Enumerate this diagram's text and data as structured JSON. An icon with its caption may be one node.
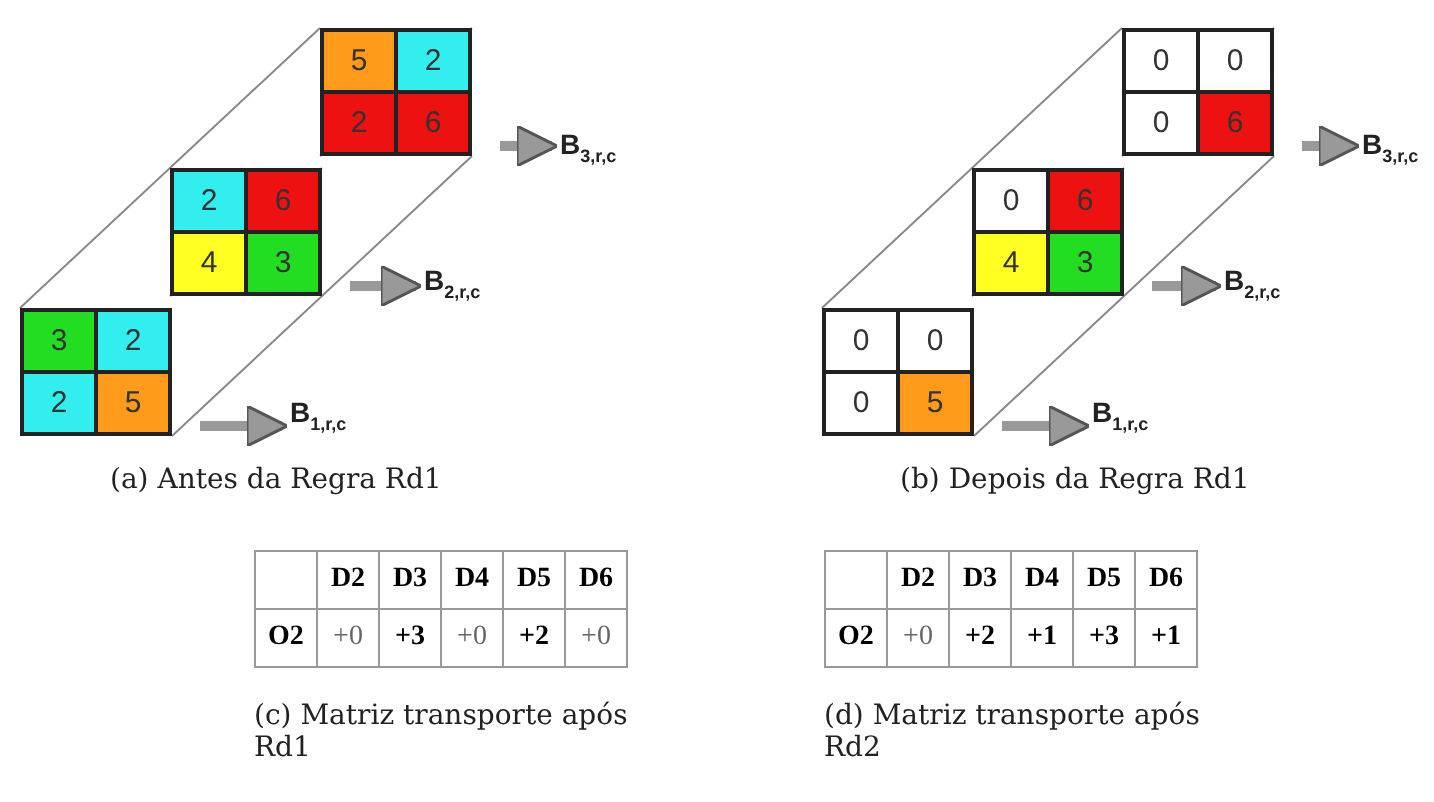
{
  "diagram": {
    "nodes": [
      {
        "text": [
          "5",
          "2",
          "2",
          "6"
        ]
      },
      {
        "text": [
          "B$_{3,r,c}$"
        ]
      },
      {
        "text": [
          "2",
          "6",
          "4",
          "3"
        ]
      },
      {
        "text": [
          "B$_{2,r,c}$"
        ]
      },
      {
        "text": [
          "3",
          "2",
          "2",
          "5"
        ]
      },
      {
        "text": [
          "B$_{1,r,c}$"
        ]
      },
      {
        "text": [
          "0",
          "0",
          "0",
          "6"
        ]
      },
      {
        "text": [
          "B$_{3,r,c}$"
        ]
      },
      {
        "text": [
          "0",
          "6",
          "4",
          "3"
        ]
      },
      {
        "text": [
          "B$_{2,r,c}$"
        ]
      },
      {
        "text": [
          "0",
          "0",
          "0",
          "5"
        ]
      },
      {
        "text": [
          "B$_{1,r,c}$"
        ]
      }
    ],
    "edges": [
      {
        "from": 0,
        "to": 1,
        "arrow": "to"
      },
      {
        "from": 2,
        "to": 3,
        "arrow": "to"
      },
      {
        "from": 4,
        "to": 5,
        "arrow": "to"
      },
      {
        "from": 6,
        "to": 7,
        "arrow": "to"
      },
      {
        "from": 8,
        "to": 9,
        "arrow": "to"
      },
      {
        "from": 10,
        "to": 11,
        "arrow": "to"
      }
    ],
    "labels": [
      "(a) Antes da Regra Rd1",
      "(b) Depois da Regra Rd1",
      "D2",
      "D3",
      "D4",
      "D5",
      "D6",
      "O2",
      "+0",
      "+3",
      "+0",
      "+2",
      "+0",
      "D2",
      "D3",
      "D4",
      "D5",
      "D6",
      "O2",
      "+0",
      "+2",
      "+1",
      "+3",
      "+1",
      "(c) Matriz transporte após Rd1",
      "(d) Matriz transporte após Rd2"
    ]
  }
}
